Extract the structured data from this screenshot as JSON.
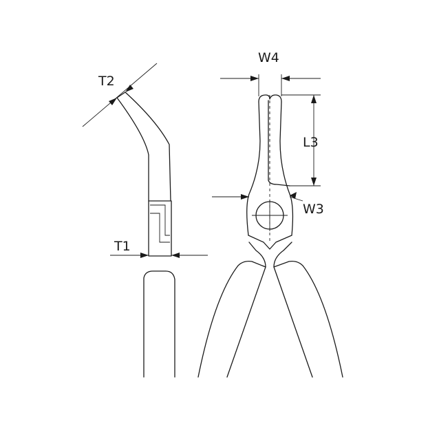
{
  "diagram": {
    "labels": {
      "t2": "T2",
      "t1": "T1",
      "w4": "W4",
      "l3": "L3",
      "w3": "W3"
    },
    "colors": {
      "stroke": "#1a1a1a",
      "background": "#ffffff"
    }
  }
}
